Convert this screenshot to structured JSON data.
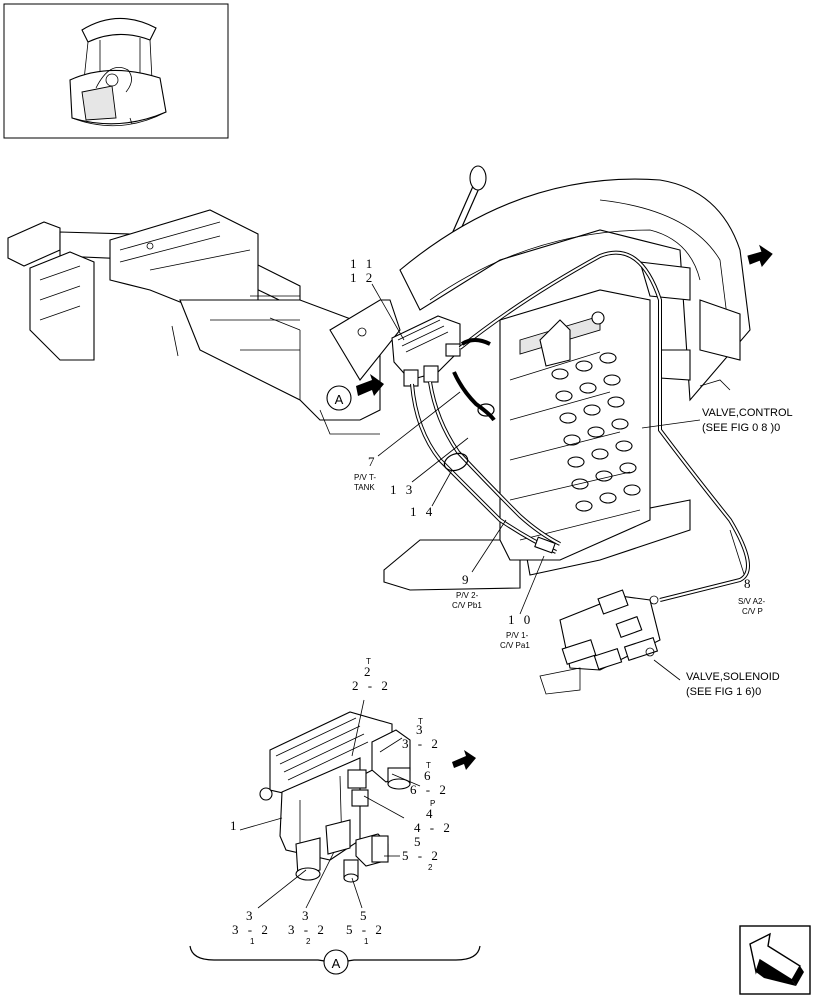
{
  "callouts": {
    "c11_12": [
      "1 1",
      "1 2"
    ],
    "c7": "7",
    "c7_desc": [
      "P/V T-",
      "TANK"
    ],
    "c13": "1 3",
    "c14": "1 4",
    "c9": "9",
    "c9_desc": [
      "P/V 2-",
      "C/V Pb1"
    ],
    "c10": "1 0",
    "c10_desc": [
      "P/V 1-",
      "C/V Pa1"
    ],
    "c8": "8",
    "c8_desc": [
      "S/V A2-",
      "C/V P"
    ],
    "c1": "1"
  },
  "references": {
    "control_valve": [
      "VALVE,CONTROL",
      "(SEE FIG 0 8 )0"
    ],
    "solenoid_valve": [
      "VALVE,SOLENOID",
      "(SEE FIG 1 6)0"
    ]
  },
  "detail_labels": {
    "t22": {
      "sup": "T",
      "top": "2",
      "bottom": "2 - 2"
    },
    "t32": {
      "sup": "T",
      "top": "3",
      "bottom": "3 - 2"
    },
    "t62": {
      "sup": "T",
      "top": "6",
      "bottom": "6 - 2"
    },
    "p42": {
      "sup": "P",
      "top": "4",
      "bottom": "4 - 2"
    },
    "r52": {
      "top": "5",
      "bottom": "5 - 2",
      "sub": "2"
    },
    "b331": {
      "top": "3",
      "bottom": "3 - 2",
      "sub": "1"
    },
    "b332": {
      "top": "3",
      "bottom": "3 - 2",
      "sub": "2"
    },
    "b512": {
      "top": "5",
      "bottom": "5 - 2",
      "sub": "1"
    }
  },
  "view_marker": "A",
  "detail_marker": "A",
  "icons": [
    "tractor-thumbnail",
    "direction-arrow",
    "navigation-arrow-icon"
  ]
}
